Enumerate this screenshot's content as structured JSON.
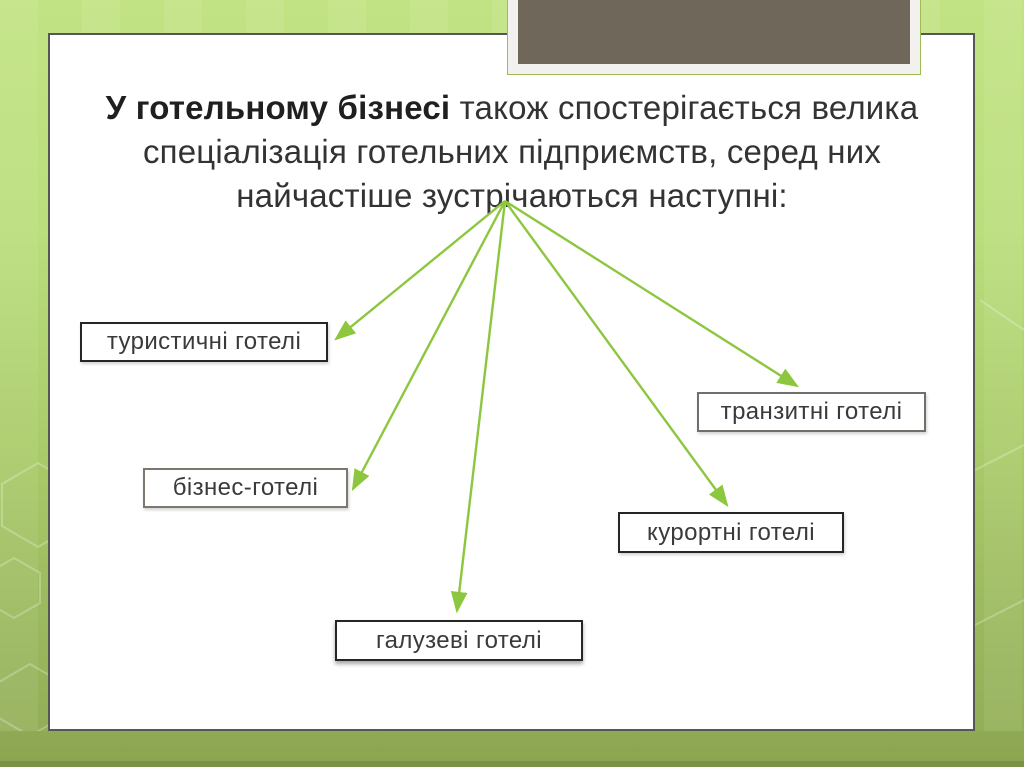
{
  "slide": {
    "title": {
      "bold": "У готельному бізнесі",
      "line1_rest": " також спостерігається велика",
      "line2": "спеціалізація готельних підприємств, серед них",
      "line3": "найчастіше зустрічаються наступні:"
    },
    "nodes": [
      {
        "id": "tourist",
        "label": "туристичні готелі"
      },
      {
        "id": "transit",
        "label": "транзитні готелі"
      },
      {
        "id": "business",
        "label": "бізнес-готелі"
      },
      {
        "id": "resort",
        "label": "курортні готелі"
      },
      {
        "id": "industry",
        "label": "галузеві готелі"
      }
    ],
    "colors": {
      "arrow_green": "#8dc63f",
      "frame_green_light": "#c2e383",
      "frame_green_dark": "#8ba551",
      "photo_brown": "#6f6759",
      "panel_border": "#565656",
      "box_border_dark": "#262626",
      "box_border_gray": "#70706a"
    }
  }
}
